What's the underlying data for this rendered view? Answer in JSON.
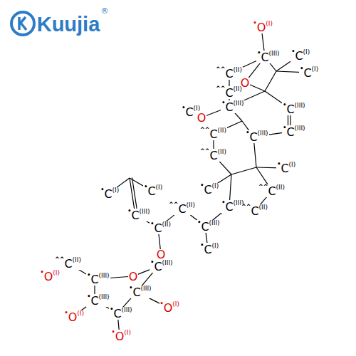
{
  "diagram": {
    "labels": [
      "Kuujia",
      "®",
      "•O(I)",
      "•C(III)",
      "•C(I)",
      "^^C(II)",
      "•C(I)",
      "O",
      "^^C(II)",
      "•C(I)",
      "O",
      "•C(III)",
      "•C(III)",
      "•C(III)",
      "^^C(II)",
      "•C(III)",
      "^^C(II)",
      "•C(I)",
      "•C(I)",
      "•C(III)",
      "^^C(II)",
      "^^C(II)",
      "•C(I)",
      "•C(I)",
      "•C(III)",
      "^^C(II)",
      "•C(II)",
      "•C(III)",
      "•C(I)",
      "O",
      "O",
      "•C(III)",
      "^^C(II)",
      "•O(I)",
      "•C(III)",
      "•C(III)",
      "•O(I)",
      "•C(III)",
      "•O(I)",
      "•C(III)",
      "•O(I)"
    ]
  }
}
